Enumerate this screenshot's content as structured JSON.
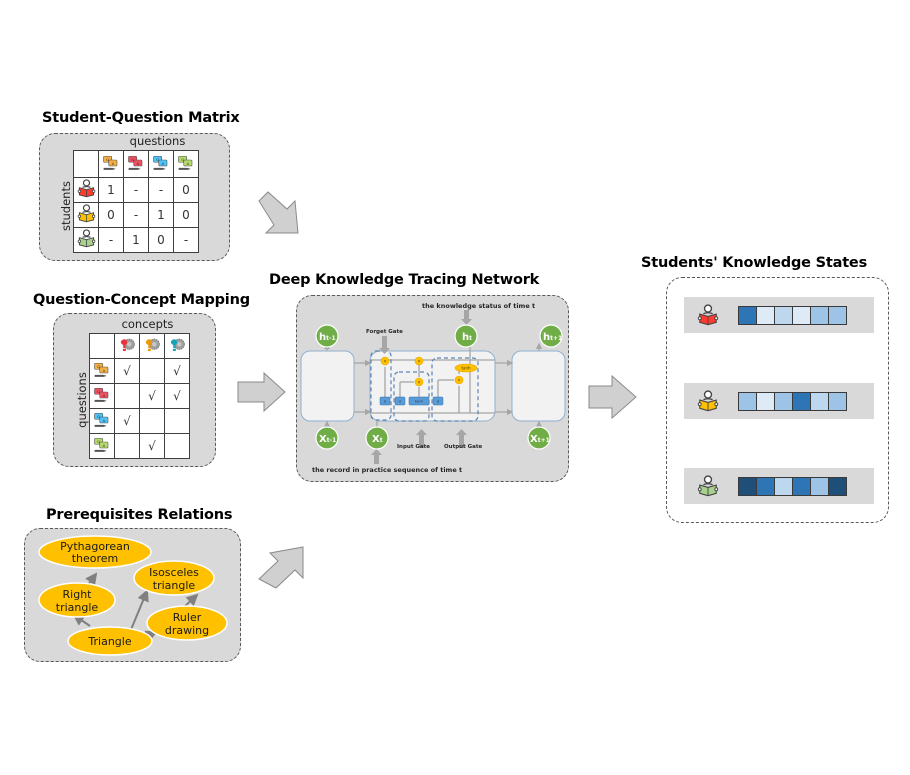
{
  "sections": {
    "student_question_matrix": {
      "title": "Student-Question Matrix",
      "column_axis_label": "questions",
      "row_axis_label": "students",
      "question_icons": [
        "question-orange-icon",
        "question-red-icon",
        "question-blue-icon",
        "question-green-icon"
      ],
      "student_icons": [
        "student-red-icon",
        "student-yellow-icon",
        "student-green-icon"
      ],
      "rows": [
        [
          "1",
          "-",
          "-",
          "0"
        ],
        [
          "0",
          "-",
          "1",
          "0"
        ],
        [
          "-",
          "1",
          "0",
          "-"
        ]
      ]
    },
    "question_concept_mapping": {
      "title": "Question-Concept Mapping",
      "column_axis_label": "concepts",
      "row_axis_label": "questions",
      "concept_icons": [
        "concept-red-icon",
        "concept-orange-icon",
        "concept-teal-icon"
      ],
      "question_icons": [
        "question-orange-icon",
        "question-red-icon",
        "question-blue-icon",
        "question-green-icon"
      ],
      "rows": [
        [
          "√",
          "",
          "√"
        ],
        [
          "",
          "√",
          "√"
        ],
        [
          "√",
          "",
          ""
        ],
        [
          "",
          "√",
          ""
        ]
      ]
    },
    "prerequisites_relations": {
      "title": "Prerequisites Relations",
      "nodes": {
        "pythagorean": [
          "Pythagorean",
          "theorem"
        ],
        "right_triangle": [
          "Right",
          "triangle"
        ],
        "isosceles": [
          "Isosceles",
          "triangle"
        ],
        "ruler": [
          "Ruler",
          "drawing"
        ],
        "triangle": [
          "Triangle"
        ]
      },
      "edges": [
        [
          "triangle",
          "right_triangle"
        ],
        [
          "right_triangle",
          "pythagorean"
        ],
        [
          "triangle",
          "isosceles"
        ],
        [
          "triangle",
          "ruler"
        ],
        [
          "ruler",
          "isosceles"
        ]
      ]
    },
    "dkt_network": {
      "title": "Deep Knowledge Tracing Network",
      "top_annotation": "the knowledge status of time t",
      "bottom_annotation": "the record in practice sequence of time t",
      "forget_gate": "Forget Gate",
      "input_gate": "Input Gate",
      "output_gate": "Output Gate",
      "hidden_nodes": [
        {
          "base": "h",
          "sub": "t-1"
        },
        {
          "base": "h",
          "sub": "t"
        },
        {
          "base": "h",
          "sub": "t+1"
        }
      ],
      "input_nodes": [
        {
          "base": "X",
          "sub": "t-1"
        },
        {
          "base": "X",
          "sub": "t"
        },
        {
          "base": "X",
          "sub": "t+1"
        }
      ],
      "ops": {
        "multiply": "×",
        "sigmoid": "σ",
        "tanh": "tanh"
      }
    },
    "knowledge_states": {
      "title": "Students' Knowledge States",
      "students": [
        {
          "icon": "student-red-icon",
          "levels": [
            4,
            1,
            2,
            1,
            3,
            3
          ]
        },
        {
          "icon": "student-yellow-icon",
          "levels": [
            3,
            1,
            3,
            4,
            2,
            3
          ]
        },
        {
          "icon": "student-green-icon",
          "levels": [
            5,
            4,
            2,
            4,
            3,
            5
          ]
        }
      ],
      "level_colors": {
        "1": "#deebf7",
        "2": "#bdd7ee",
        "3": "#9dc3e6",
        "4": "#2e75b6",
        "5": "#1f4e79"
      }
    }
  },
  "colors": {
    "panel_fill": "#d9d9d9",
    "node_green": "#70ad47",
    "node_orange": "#ffc000",
    "gate_blue": "#5b9bd5",
    "student_red": "#ff3b30",
    "student_yellow": "#ffc000",
    "student_green": "#a9d18e",
    "arrow_fill": "#d0d0d0"
  }
}
